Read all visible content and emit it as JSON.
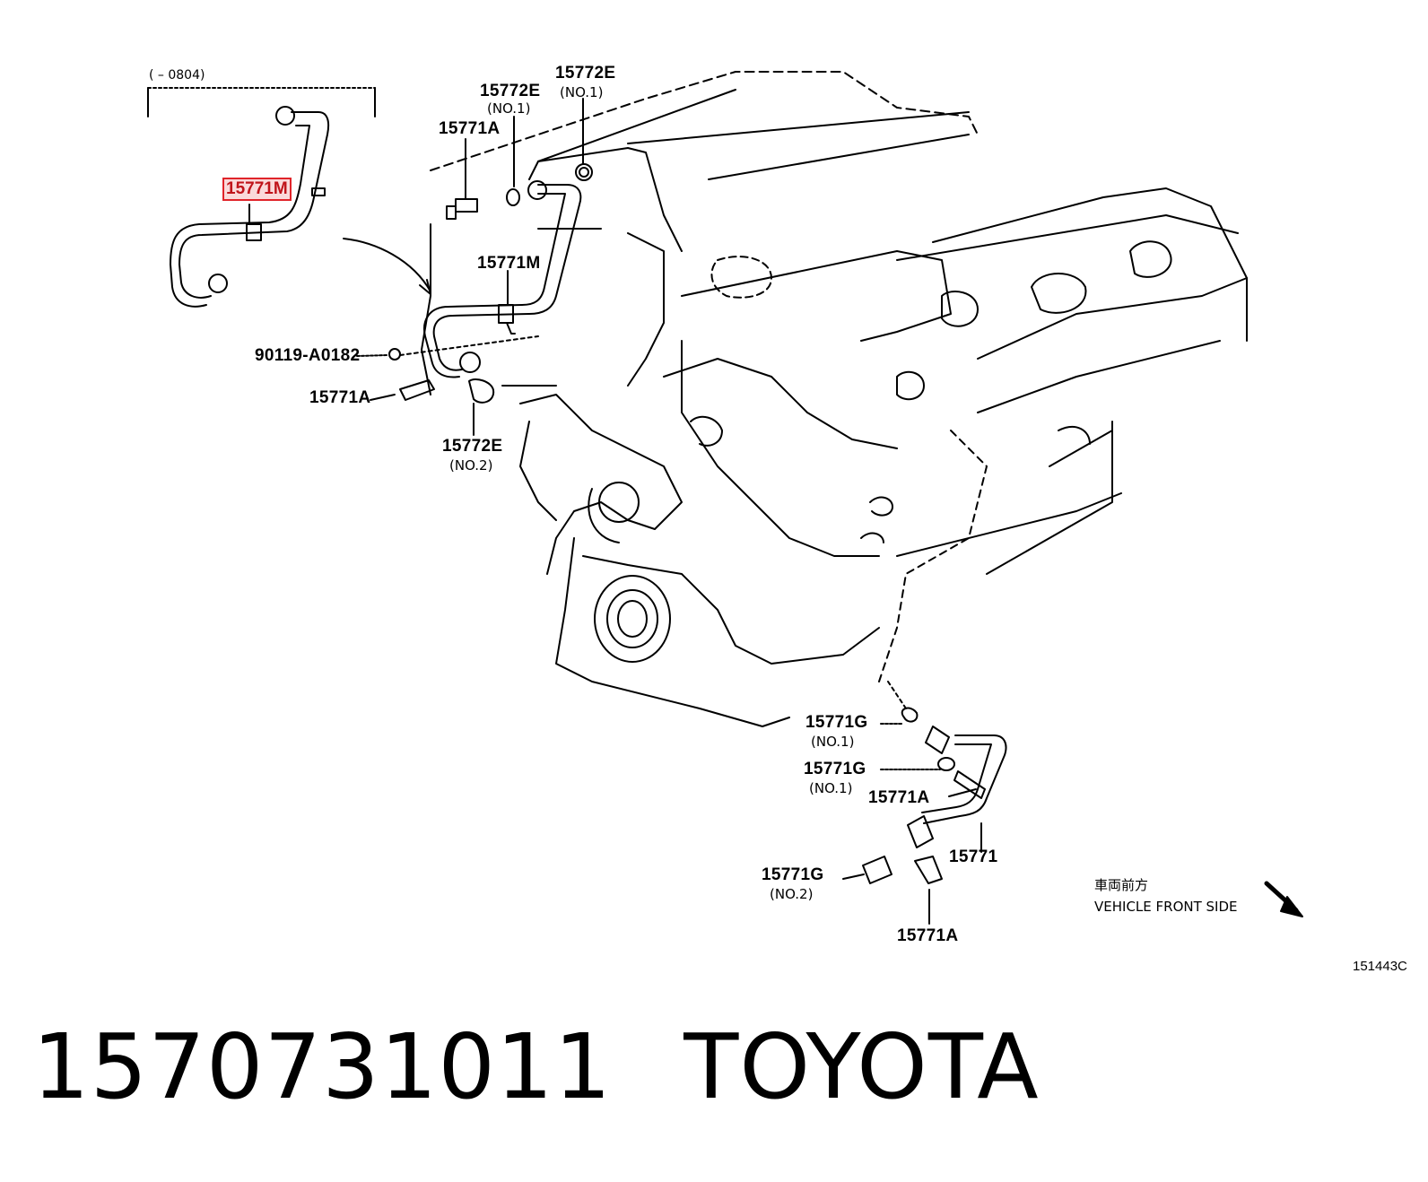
{
  "range_note": "(       – 0804)",
  "highlighted_part": "15771M",
  "parts": {
    "p15772E_top": "15772E",
    "p15772E_top_sub": "(NO.1)",
    "p15772E_mid": "15772E",
    "p15772E_mid_sub": "(NO.1)",
    "p15771A_top": "15771A",
    "p15771M": "15771M",
    "p90119": "90119-A0182",
    "p15771A_mid": "15771A",
    "p15772E_low": "15772E",
    "p15772E_low_sub": "(NO.2)",
    "p15771G_a": "15771G",
    "p15771G_a_sub": "(NO.1)",
    "p15771G_b": "15771G",
    "p15771G_b_sub": "(NO.1)",
    "p15771A_low": "15771A",
    "p15771": "15771",
    "p15771G_c": "15771G",
    "p15771G_c_sub": "(NO.2)",
    "p15771A_bottom": "15771A"
  },
  "direction": {
    "japanese": "車両前方",
    "english": "VEHICLE FRONT SIDE"
  },
  "illustration_id": "151443C",
  "caption": {
    "part_number": "1570731011",
    "brand": "TOYOTA"
  },
  "colors": {
    "highlight_border": "#e0242a",
    "line": "#000000"
  }
}
